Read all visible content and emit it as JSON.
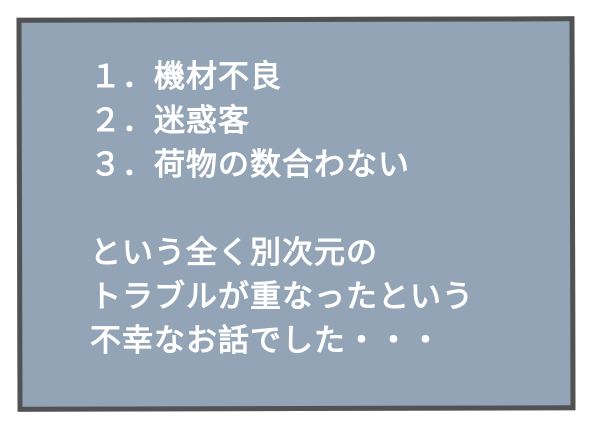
{
  "lines_list": [
    "１．機材不良",
    "２．迷惑客",
    "３．荷物の数合わない"
  ],
  "lines_para": [
    "という全く別次元の",
    "トラブルが重なったという",
    "不幸なお話でした・・・"
  ],
  "colors": {
    "panel_bg": "#93a4b6",
    "border": "#525252",
    "text": "#ffffff"
  }
}
